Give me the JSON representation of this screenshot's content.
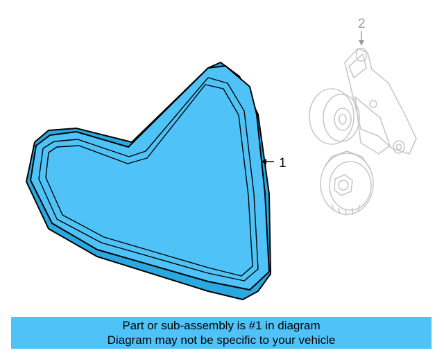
{
  "callouts": {
    "belt_number": "1",
    "tensioner_number": "2"
  },
  "banner": {
    "line1": "Part or sub-assembly is #1 in diagram",
    "line2": "Diagram may not be specific to your vehicle"
  },
  "colors": {
    "highlight": "#4fc3f7",
    "outline": "#000000",
    "ghost_part": "#c8c8c8",
    "banner": "#4fc3f7"
  },
  "icons": {
    "belt": "serpentine-belt-icon",
    "tensioner": "belt-tensioner-icon"
  }
}
